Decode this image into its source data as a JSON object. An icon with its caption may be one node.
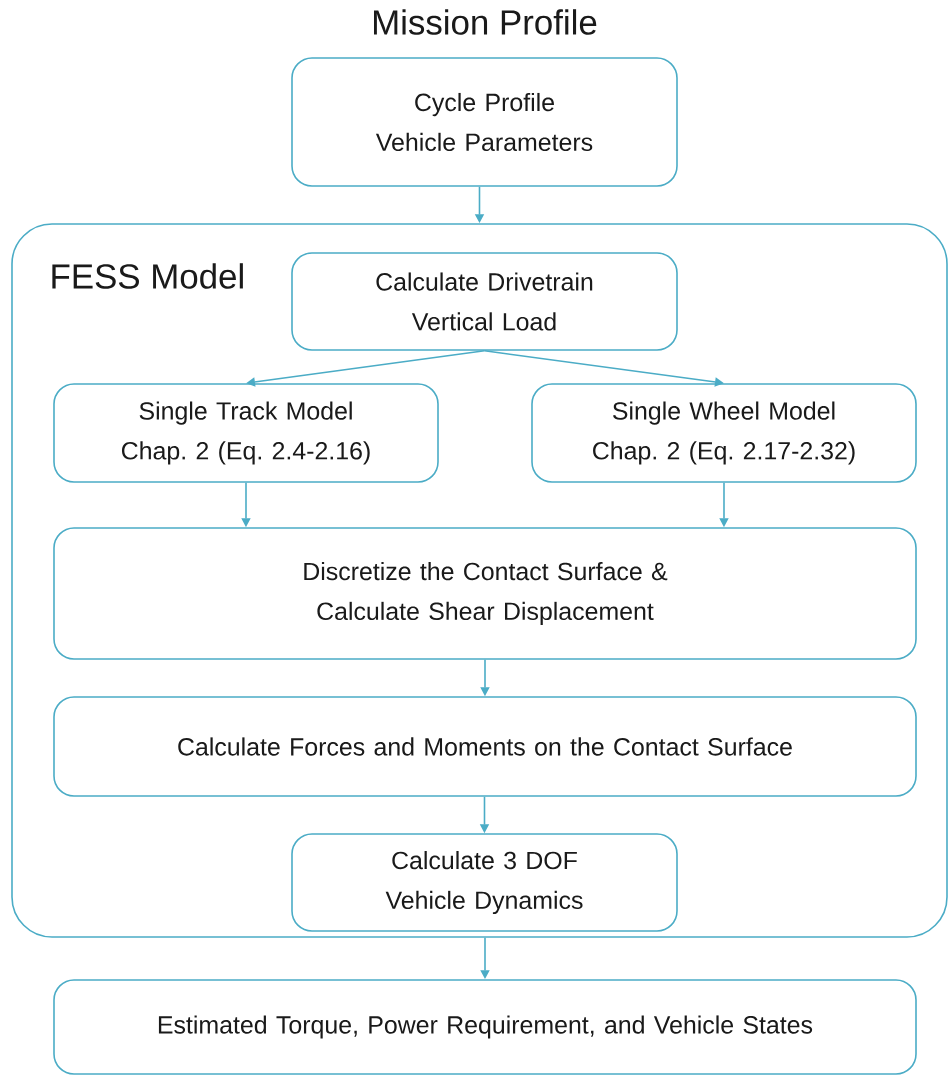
{
  "diagram": {
    "nodes": [
      {
        "text": [
          "Mission Profile",
          "Cycle Profile",
          "Vehicle Parameters"
        ]
      },
      {
        "text": [
          "FESS Model"
        ]
      },
      {
        "text": [
          "Calculate Drivetrain Vertical Load"
        ],
        "in": 1
      },
      {
        "text": [
          "Single Track Model",
          "Chap. 2 (Eq. 2.4-2.16)"
        ],
        "in": 1
      },
      {
        "text": [
          "Single Wheel Model",
          "Chap. 2 (Eq. 2.17-2.32)"
        ],
        "in": 1
      },
      {
        "text": [
          "Discretize the Contact Surface & Calculate Shear Displacement"
        ],
        "in": 1
      },
      {
        "text": [
          "Calculate Forces and Moments on the Contact Surface"
        ],
        "in": 1
      },
      {
        "text": [
          "Calculate 3 DOF Vehicle Dynamics"
        ],
        "in": 1
      },
      {
        "text": [
          "Estimated Torque, Power Requirement, and Vehicle States"
        ]
      }
    ],
    "edges": [
      {
        "from": 0,
        "to": 1,
        "arrow": "to"
      },
      {
        "from": 2,
        "to": 3,
        "arrow": "to"
      },
      {
        "from": 2,
        "to": 4,
        "arrow": "to"
      },
      {
        "from": 3,
        "to": 5,
        "arrow": "to"
      },
      {
        "from": 4,
        "to": 5,
        "arrow": "to"
      },
      {
        "from": 5,
        "to": 6,
        "arrow": "to"
      },
      {
        "from": 6,
        "to": 7,
        "arrow": "to"
      },
      {
        "from": 1,
        "to": 8,
        "arrow": "to"
      }
    ]
  }
}
